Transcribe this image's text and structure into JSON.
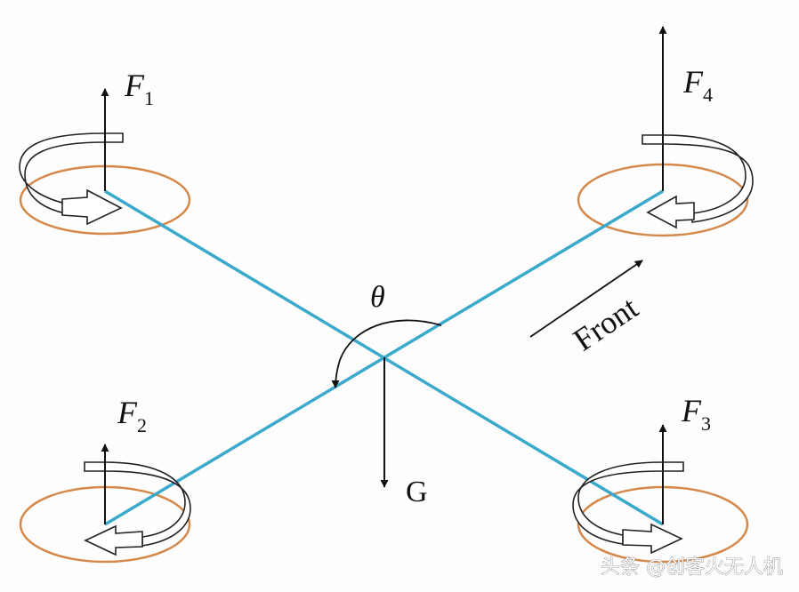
{
  "rotors": [
    {
      "force_main": "F",
      "force_sub": "1"
    },
    {
      "force_main": "F",
      "force_sub": "2"
    },
    {
      "force_main": "F",
      "force_sub": "3"
    },
    {
      "force_main": "F",
      "force_sub": "4"
    }
  ],
  "angle_label": "θ",
  "gravity_label": "G",
  "front_label": "Front",
  "watermark": "头条 @创客火无人机",
  "colors": {
    "arm": "#3aa9cc",
    "rotor_ring": "#d4884a",
    "ink": "#111111"
  },
  "icons": {
    "rotation": "circular-arrow",
    "thrust": "up-arrow",
    "gravity": "down-arrow",
    "direction": "diagonal-arrow"
  }
}
